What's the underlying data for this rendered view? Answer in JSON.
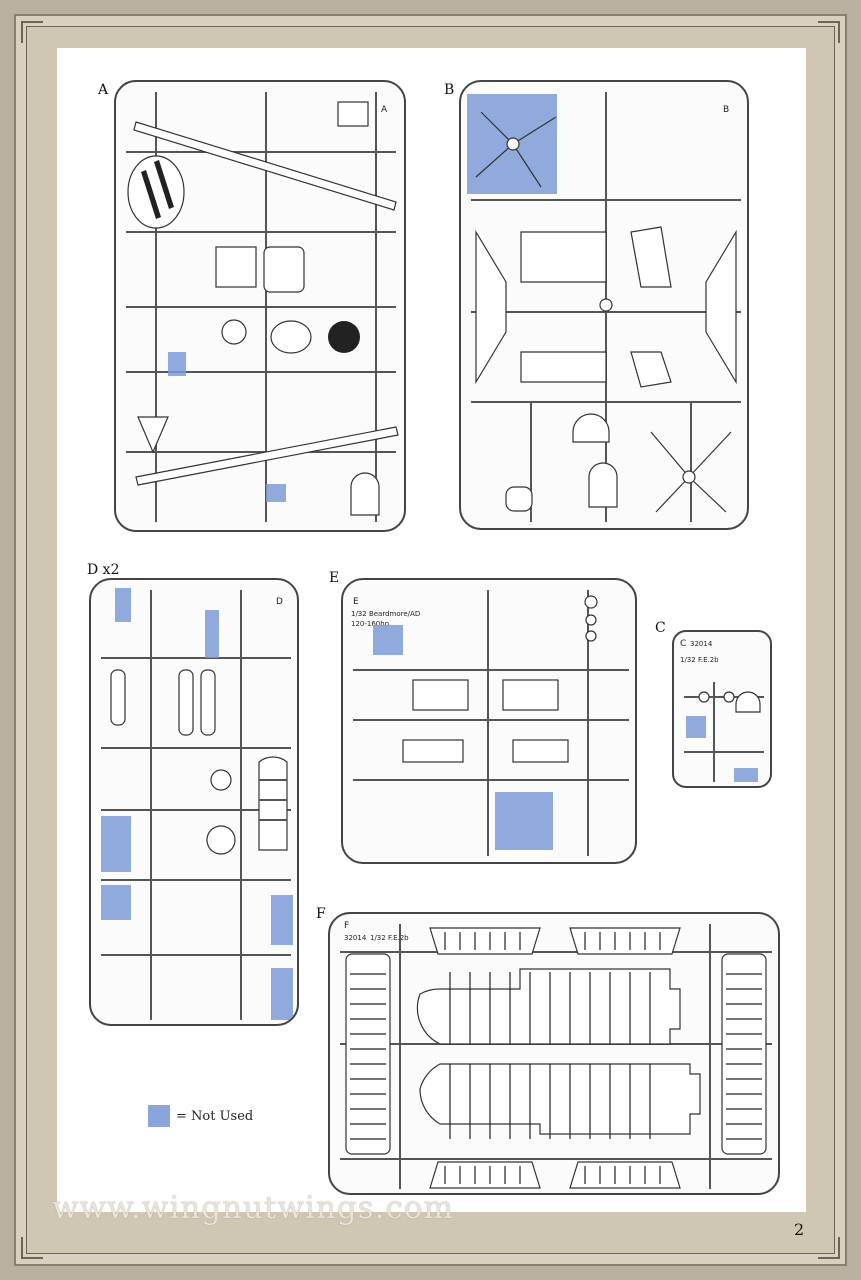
{
  "sprues": {
    "a": {
      "label": "A"
    },
    "b": {
      "label": "B"
    },
    "c": {
      "label": "C",
      "code": "32014",
      "scale": "1/32 F.E.2b"
    },
    "d": {
      "label": "D x2"
    },
    "e": {
      "label": "E",
      "scale": "1/32 Beardmore/AD",
      "engine": "120-160hp"
    },
    "f": {
      "label": "F",
      "code": "32014",
      "scale": "1/32 F.E.2b"
    }
  },
  "legend": {
    "text": "= Not Used",
    "color": "#7d9bd8"
  },
  "footer": {
    "url": "www.wingnutwings.com",
    "page_number": "2"
  }
}
